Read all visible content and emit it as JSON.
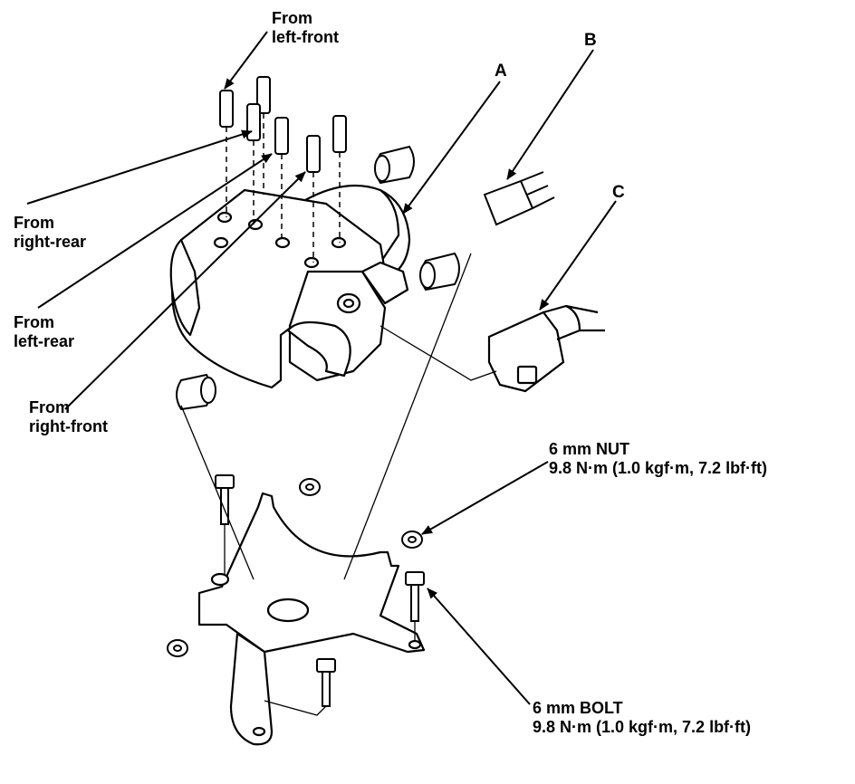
{
  "callouts": {
    "from_left_front": [
      "From",
      "left-front"
    ],
    "from_right_rear": [
      "From",
      "right-rear"
    ],
    "from_left_rear": [
      "From",
      "left-rear"
    ],
    "from_right_front": [
      "From",
      "right-front"
    ],
    "letter_a": "A",
    "letter_b": "B",
    "letter_c": "C",
    "nut_spec": [
      "6 mm NUT",
      "9.8 N·m (1.0 kgf·m, 7.2 lbf·ft)"
    ],
    "bolt_spec": [
      "6 mm BOLT",
      "9.8 N·m (1.0 kgf·m, 7.2 lbf·ft)"
    ]
  },
  "colors": {
    "ink": "#000000",
    "paper": "#ffffff"
  }
}
